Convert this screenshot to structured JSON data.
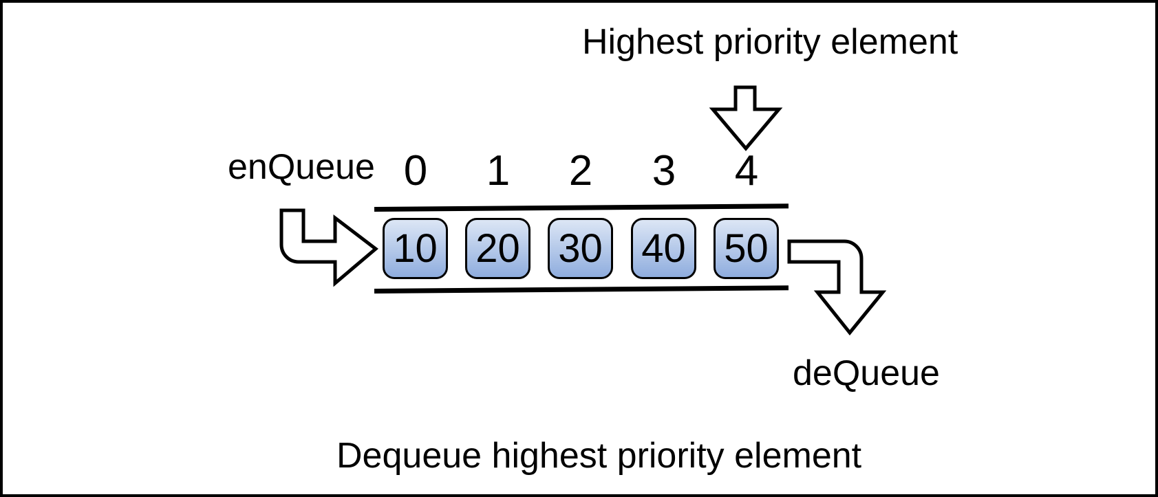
{
  "diagram": {
    "title_top": "Highest priority element",
    "enqueue_label": "enQueue",
    "dequeue_label": "deQueue",
    "caption": "Dequeue highest priority element"
  },
  "queue": {
    "items": [
      {
        "index": "0",
        "value": "10"
      },
      {
        "index": "1",
        "value": "20"
      },
      {
        "index": "2",
        "value": "30"
      },
      {
        "index": "3",
        "value": "40"
      },
      {
        "index": "4",
        "value": "50"
      }
    ]
  },
  "icons": {
    "top_arrow": "arrow-down-outline",
    "enqueue_arrow": "bent-arrow-down-right-outline",
    "dequeue_arrow": "bent-arrow-right-down-outline"
  },
  "colors": {
    "background": "#ffffff",
    "text": "#000000",
    "line": "#000000",
    "cell_border": "#000000",
    "cell_top": "#dce6f5",
    "cell_bottom": "#8fadde"
  }
}
